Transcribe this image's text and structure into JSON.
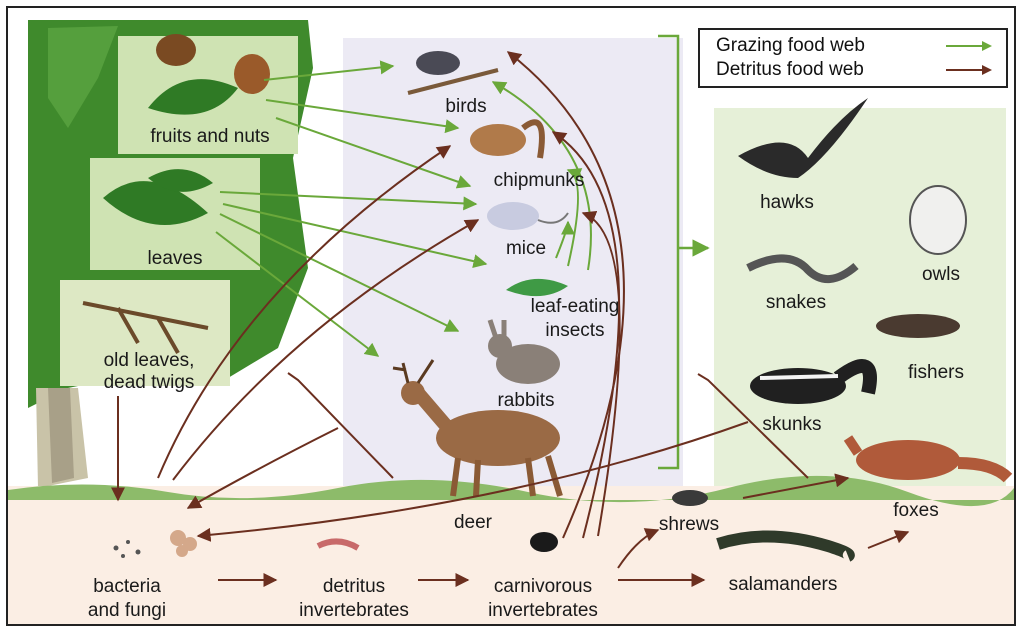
{
  "legend": {
    "grazing": "Grazing food web",
    "detritus": "Detritus food web"
  },
  "labels": {
    "fruits": "fruits and nuts",
    "leaves": "leaves",
    "old_leaves_1": "old leaves,",
    "old_leaves_2": "dead twigs",
    "birds": "birds",
    "chipmunks": "chipmunks",
    "mice": "mice",
    "insects_1": "leaf-eating",
    "insects_2": "insects",
    "rabbits": "rabbits",
    "deer": "deer",
    "hawks": "hawks",
    "owls": "owls",
    "snakes": "snakes",
    "fishers": "fishers",
    "skunks": "skunks",
    "foxes": "foxes",
    "shrews": "shrews",
    "salamanders": "salamanders",
    "bacteria_1": "bacteria",
    "bacteria_2": "and fungi",
    "detritus_1": "detritus",
    "detritus_2": "invertebrates",
    "carnivorous_1": "carnivorous",
    "carnivorous_2": "invertebrates"
  },
  "colors": {
    "grazing_arrow": "#6aa83a",
    "detritus_arrow": "#6b2f1f",
    "tree_green": "#3f8a2c",
    "panel_green": "#e3efcf",
    "ground": "#f3d8c2",
    "animal_panel": "#eceaf4"
  }
}
